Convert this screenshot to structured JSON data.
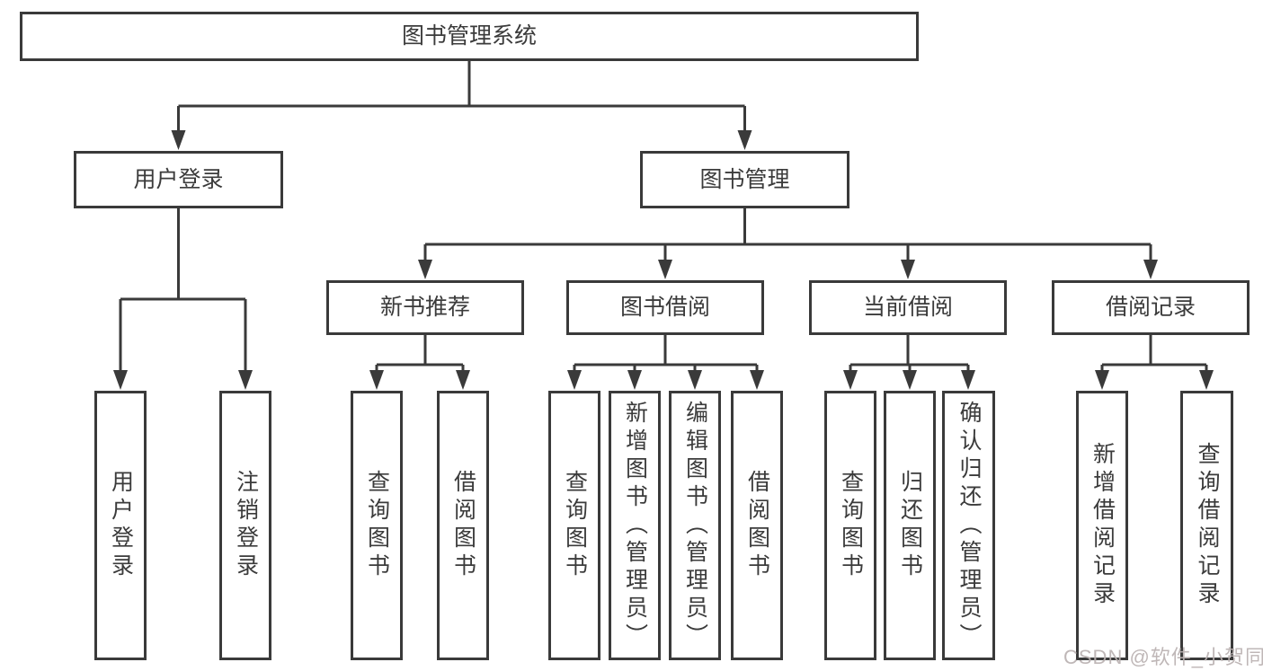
{
  "tree": {
    "root": {
      "label": "图书管理系统"
    },
    "level2": [
      {
        "label": "用户登录"
      },
      {
        "label": "图书管理"
      }
    ],
    "level3": [
      {
        "parent": "图书管理",
        "label": "新书推荐"
      },
      {
        "parent": "图书管理",
        "label": "图书借阅"
      },
      {
        "parent": "图书管理",
        "label": "当前借阅"
      },
      {
        "parent": "图书管理",
        "label": "借阅记录"
      }
    ],
    "leaves": [
      {
        "parent": "用户登录",
        "label": "用户登录"
      },
      {
        "parent": "用户登录",
        "label": "注销登录"
      },
      {
        "parent": "新书推荐",
        "label": "查询图书"
      },
      {
        "parent": "新书推荐",
        "label": "借阅图书"
      },
      {
        "parent": "图书借阅",
        "label": "查询图书"
      },
      {
        "parent": "图书借阅",
        "label": "新增图书（管理员）"
      },
      {
        "parent": "图书借阅",
        "label": "编辑图书（管理员）"
      },
      {
        "parent": "图书借阅",
        "label": "借阅图书"
      },
      {
        "parent": "当前借阅",
        "label": "查询图书"
      },
      {
        "parent": "当前借阅",
        "label": "归还图书"
      },
      {
        "parent": "当前借阅",
        "label": "确认归还（管理员）"
      },
      {
        "parent": "借阅记录",
        "label": "新增借阅记录"
      },
      {
        "parent": "借阅记录",
        "label": "查询借阅记录"
      }
    ]
  },
  "watermark": {
    "text": "CSDN @软件_小贺同学"
  },
  "colors": {
    "line": "#3a3a3a",
    "node_border": "#3a3a3a",
    "node_fill": "#ffffff",
    "node_text": "#3b3b3b",
    "watermark": "#bab1b1",
    "background": "#ffffff"
  }
}
